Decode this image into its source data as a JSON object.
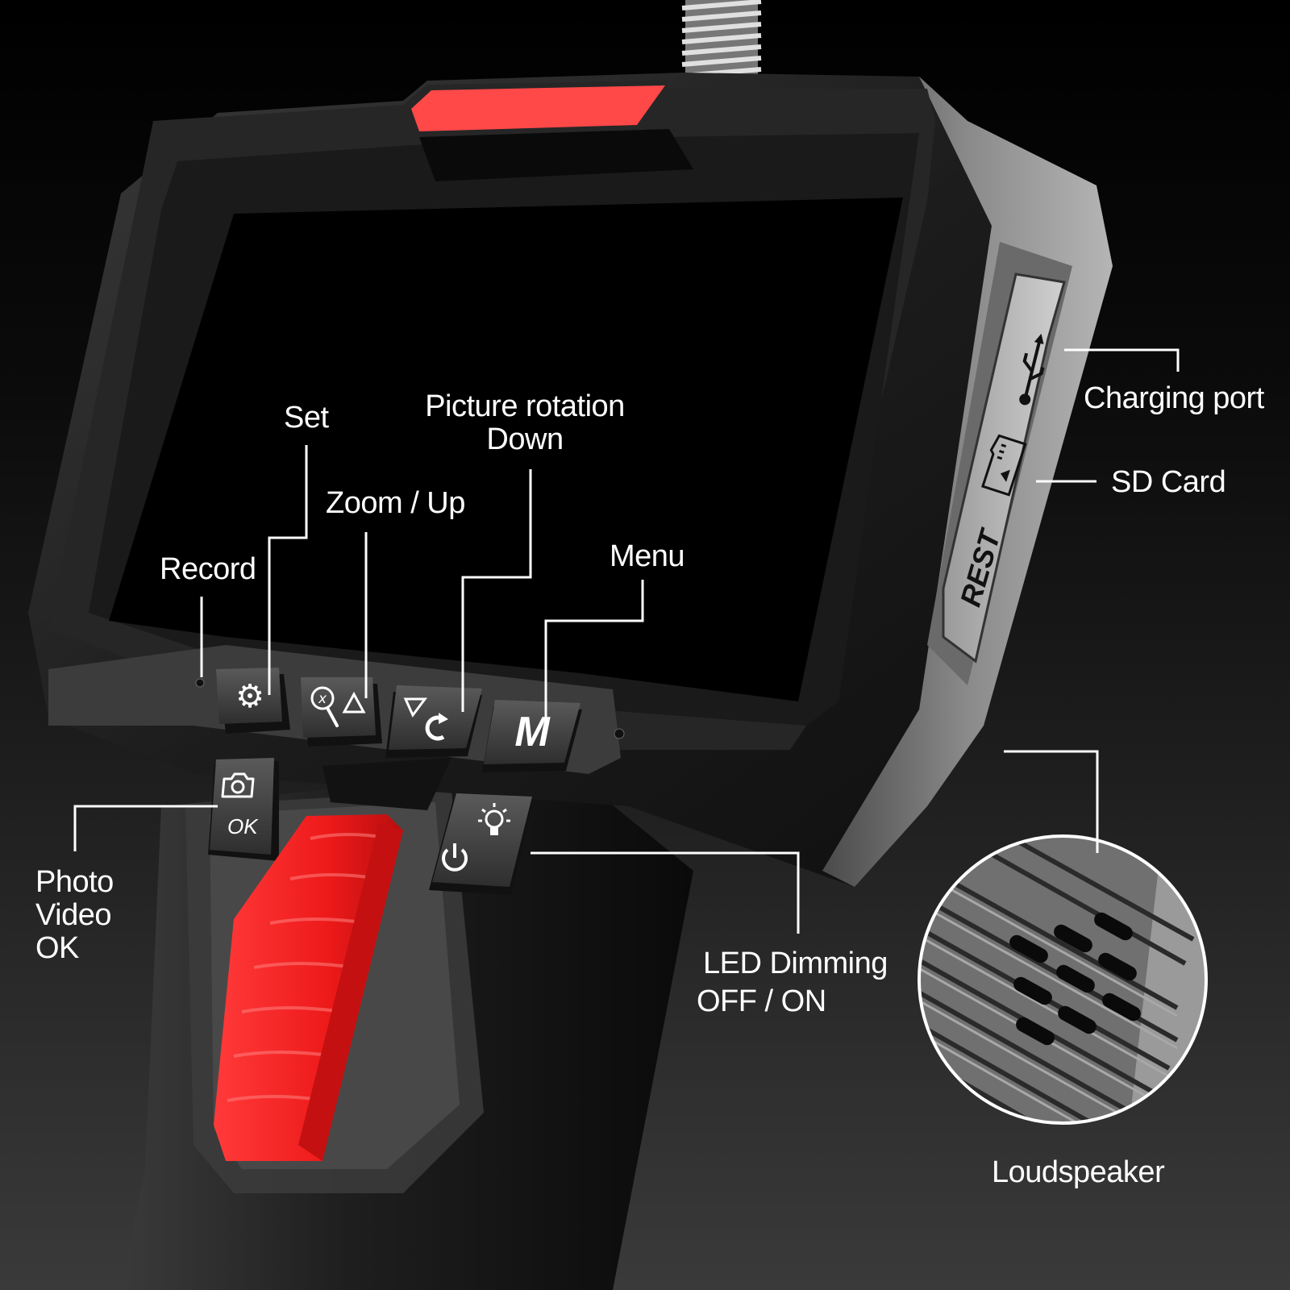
{
  "product": {
    "type": "handheld inspection camera (endoscope)",
    "colors": {
      "background_top": "#000000",
      "background_bottom": "#3a3a3a",
      "body": "#1a1a1a",
      "body_highlight": "#6a6a6a",
      "accent_red": "#ff2a2a",
      "top_indicator": "#ff4a4a",
      "label_text": "#ffffff",
      "side_panel": "#c8c8c8"
    }
  },
  "labels": {
    "record": "Record",
    "set": "Set",
    "zoom_up": "Zoom / Up",
    "picture_rotation_line1": "Picture rotation",
    "picture_rotation_line2": "Down",
    "menu": "Menu",
    "charging_port": "Charging port",
    "sd_card": "SD Card",
    "photo": "Photo",
    "video": "Video",
    "ok": "OK",
    "led_dimming_line1": "LED Dimming",
    "led_dimming_line2": "OFF / ON",
    "loudspeaker": "Loudspeaker"
  },
  "buttons": [
    {
      "id": "set",
      "icon": "gear-icon",
      "glyph": "⚙"
    },
    {
      "id": "zoom-up",
      "icon": "zoom-up-icon",
      "glyph": "△"
    },
    {
      "id": "down-rotate",
      "icon": "rotate-down-icon",
      "glyph": "▽C"
    },
    {
      "id": "menu",
      "icon": "menu-m-icon",
      "glyph": "M"
    },
    {
      "id": "photo-ok",
      "icon": "camera-icon",
      "glyph": "OK"
    },
    {
      "id": "power-led",
      "icon": "power-bulb-icon",
      "glyph": "⏻"
    }
  ],
  "side_panel": {
    "reset_label": "REST",
    "usb_icon": "usb-icon",
    "sd_icon": "sd-card-icon"
  },
  "button_text": {
    "menu_glyph": "M",
    "ok_glyph": "OK"
  }
}
